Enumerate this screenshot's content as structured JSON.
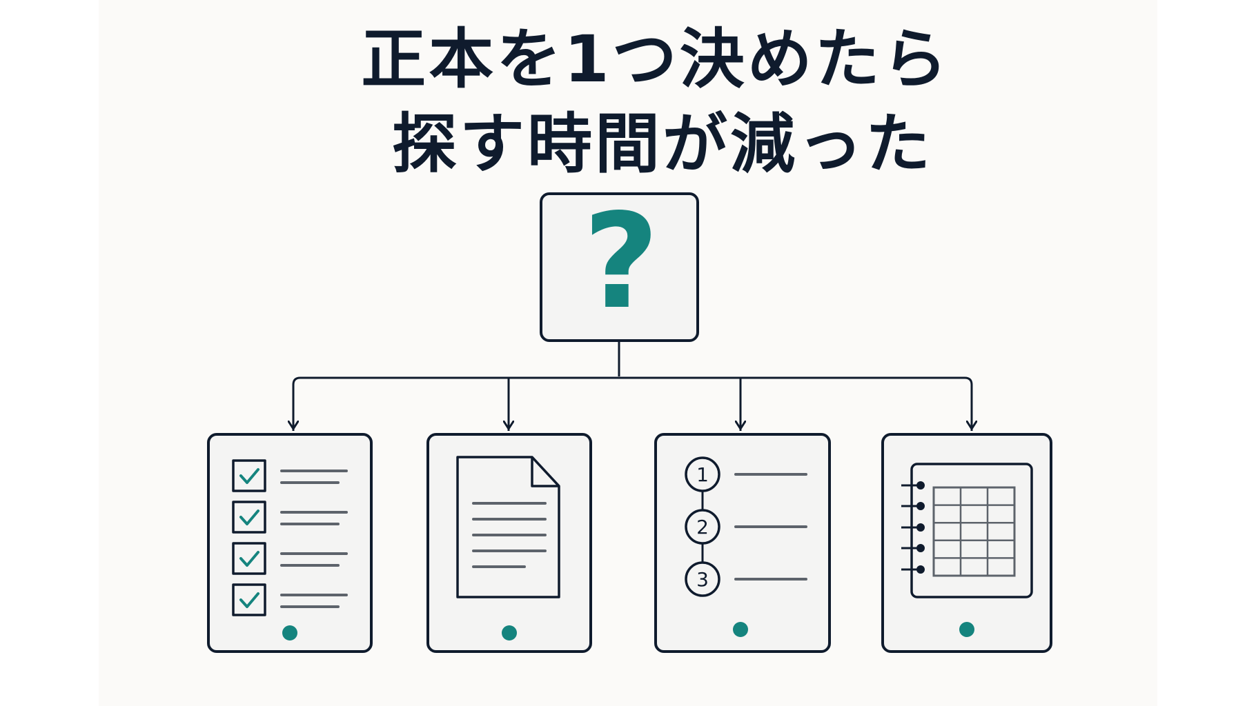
{
  "title": {
    "line1": "正本を1つ決めたら",
    "line2": "探す時間が減った"
  },
  "source_box": {
    "icon": "question-mark-icon",
    "symbol": "?"
  },
  "documents": [
    {
      "icon": "checklist-icon"
    },
    {
      "icon": "document-page-icon"
    },
    {
      "icon": "numbered-steps-icon",
      "steps": [
        "1",
        "2",
        "3"
      ]
    },
    {
      "icon": "spiral-notebook-grid-icon"
    }
  ],
  "colors": {
    "accent": "#15847e",
    "ink": "#0f1b2d",
    "card_fill": "#f4f4f3",
    "background": "#fbfaf8"
  }
}
